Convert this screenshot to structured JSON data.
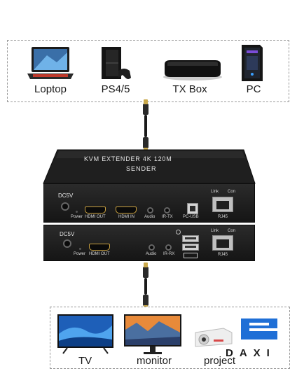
{
  "sources": {
    "items": [
      {
        "label": "Loptop",
        "icon": "laptop-icon"
      },
      {
        "label": "PS4/5",
        "icon": "game-console-icon"
      },
      {
        "label": "TX Box",
        "icon": "tv-box-icon"
      },
      {
        "label": "PC",
        "icon": "pc-tower-icon"
      }
    ]
  },
  "sender": {
    "title": "KVM EXTENDER 4K 120M",
    "subtitle": "SENDER",
    "dc": "DC5V",
    "power": "Power",
    "hdmi_out": "HDMI OUT",
    "hdmi_in": "HDMI IN",
    "audio": "Audio",
    "ir": "IR-TX",
    "usb": "PC-USB",
    "link": "Link",
    "con": "Con",
    "rj45": "RJ45"
  },
  "receiver": {
    "dc": "DC5V",
    "power": "Power",
    "hdmi_out": "HDMI OUT",
    "audio": "Audio",
    "ir": "IR-RX",
    "link": "Link",
    "con": "Con",
    "rj45": "RJ45"
  },
  "displays": {
    "items": [
      {
        "label": "TV",
        "icon": "tv-icon"
      },
      {
        "label": "monitor",
        "icon": "monitor-icon"
      },
      {
        "label": "project",
        "icon": "projector-icon"
      }
    ]
  },
  "brand": {
    "name": "DAXI",
    "color": "#1f6fd6"
  }
}
